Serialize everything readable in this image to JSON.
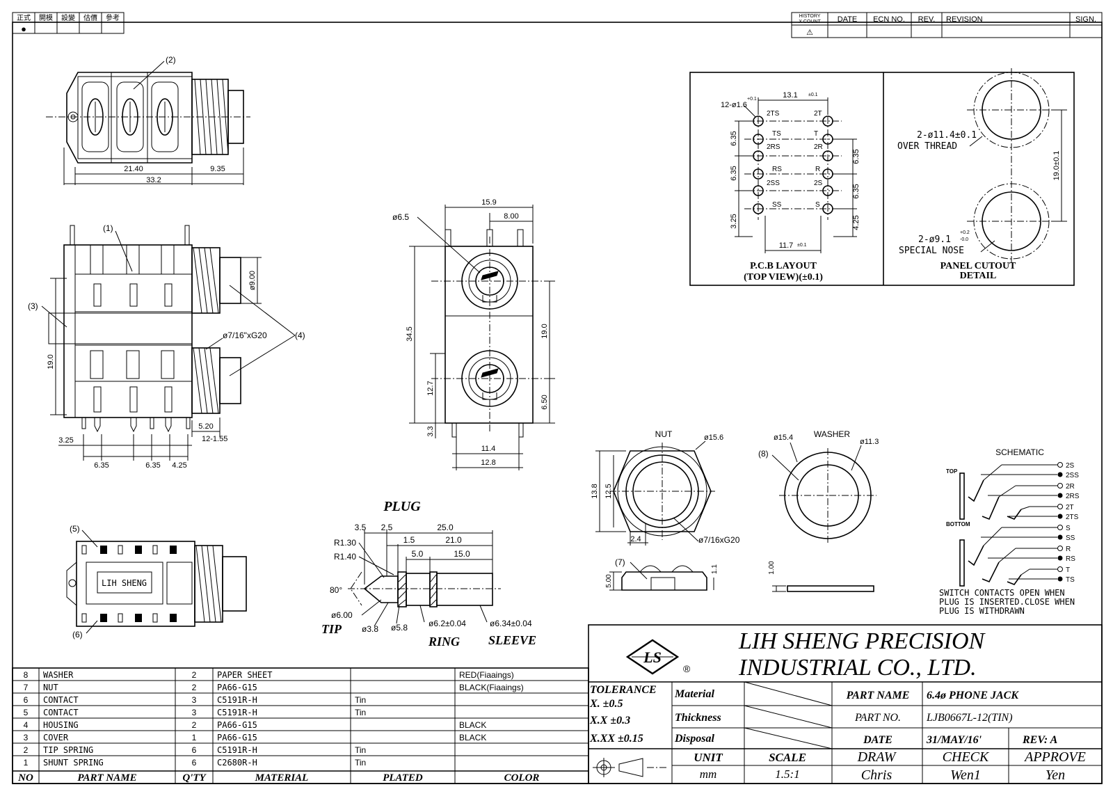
{
  "corner_header": {
    "labels": [
      "正式",
      "開模",
      "設變",
      "估價",
      "參考"
    ],
    "selected_mark": "●"
  },
  "revision_block": {
    "history_line1": "HISTORY",
    "history_line2": "X COUNT",
    "history_symbol": "⚠",
    "date": "DATE",
    "ecn": "ECN NO.",
    "rev": "REV.",
    "revision": "REVISION",
    "sign": "SIGN."
  },
  "views": {
    "top": {
      "callout": "(2)",
      "dim_body": "21.40",
      "dim_thread": "9.35",
      "dim_total": "33.2"
    },
    "side": {
      "callout_1": "(1)",
      "callout_3": "(3)",
      "callout_4": "(4)",
      "thread": "ø7/16\"xG20",
      "dim_dia": "ø9.00",
      "dim_height": "19.0",
      "dim_5_20": "5.20",
      "dim_pins": "12-1.55",
      "dim_3_25": "3.25",
      "dim_6_35a": "6.35",
      "dim_6_35b": "6.35",
      "dim_4_25": "4.25"
    },
    "front": {
      "dim_15_9": "15.9",
      "dim_8_00": "8.00",
      "dim_hole": "ø6.5",
      "dim_34_5": "34.5",
      "dim_19_0": "19.0",
      "dim_12_7": "12.7",
      "dim_6_50": "6.50",
      "dim_3_3": "3.3",
      "dim_11_4": "11.4",
      "dim_12_8": "12.8"
    },
    "bottom": {
      "callout_5": "(5)",
      "callout_6": "(6)",
      "brand": "LIH SHENG"
    }
  },
  "pcb": {
    "holes": "12-ø1.6",
    "hole_tol": "+0.1",
    "dim_top": "13.1",
    "dim_bottom": "11.7",
    "dim_tol": "±0.1",
    "left_dims": [
      "6.35",
      "6.35",
      "3.25"
    ],
    "right_dims": [
      "6.35",
      "6.35",
      "4.25"
    ],
    "pin_labels": [
      "2TS",
      "2T",
      "TS",
      "T",
      "2RS",
      "2R",
      "RS",
      "R",
      "2SS",
      "2S",
      "SS",
      "S"
    ],
    "caption_1": "P.C.B LAYOUT",
    "caption_2": "(TOP VIEW)(±0.1)"
  },
  "panel": {
    "thread_1": "2-ø11.4±0.1",
    "thread_2": "OVER THREAD",
    "nose_1": "2-ø9.1",
    "nose_tol_up": "+0.2",
    "nose_tol_dn": "-0.0",
    "nose_2": "SPECIAL NOSE",
    "dim_19": "19.0±0.1",
    "caption_1": "PANEL CUTOUT",
    "caption_2": "DETAIL"
  },
  "plug": {
    "title": "PLUG",
    "d_3_5": "3.5",
    "d_2_5": "2.5",
    "d_25_0": "25.0",
    "d_1_5": "1.5",
    "d_21_0": "21.0",
    "r_1_30": "R1.30",
    "r_1_40": "R1.40",
    "d_5_0": "5.0",
    "d_15_0": "15.0",
    "angle": "80°",
    "d_6_00": "ø6.00",
    "d_3_8": "ø3.8",
    "d_5_8": "ø5.8",
    "d_6_2": "ø6.2±0.04",
    "d_6_34": "ø6.34±0.04",
    "tip": "TIP",
    "ring": "RING",
    "sleeve": "SLEEVE"
  },
  "nut": {
    "title": "NUT",
    "d_15_6": "ø15.6",
    "d_13_8": "13.8",
    "d_12_5": "12.5",
    "d_2_4": "2.4",
    "thread": "ø7/16xG20",
    "callout_7": "(7)",
    "d_5_00": "5.00",
    "d_1_1": "1.1"
  },
  "washer": {
    "title": "WASHER",
    "callout_8": "(8)",
    "d_15_4": "ø15.4",
    "d_11_3": "ø11.3",
    "d_1_00": "1.00"
  },
  "schematic": {
    "title": "SCHEMATIC",
    "top_label": "TOP",
    "bottom_label": "BOTTOM",
    "pins": [
      "2S",
      "2SS",
      "2R",
      "2RS",
      "2T",
      "2TS",
      "S",
      "SS",
      "R",
      "RS",
      "T",
      "TS"
    ],
    "note_1": "SWITCH CONTACTS OPEN WHEN",
    "note_2": "PLUG IS INSERTED.CLOSE WHEN",
    "note_3": "PLUG IS WITHDRAWN"
  },
  "bom": {
    "headers": [
      "NO",
      "PART NAME",
      "Q'TY",
      "MATERIAL",
      "PLATED",
      "COLOR"
    ],
    "rows": [
      [
        "8",
        "WASHER",
        "2",
        "PAPER SHEET",
        "",
        "RED(Fiaaings)"
      ],
      [
        "7",
        "NUT",
        "2",
        "PA66-G15",
        "",
        "BLACK(Fiaaings)"
      ],
      [
        "6",
        "CONTACT",
        "3",
        "C5191R-H",
        "Tin",
        ""
      ],
      [
        "5",
        "CONTACT",
        "3",
        "C5191R-H",
        "Tin",
        ""
      ],
      [
        "4",
        "HOUSING",
        "2",
        "PA66-G15",
        "",
        "BLACK"
      ],
      [
        "3",
        "COVER",
        "1",
        "PA66-G15",
        "",
        "BLACK"
      ],
      [
        "2",
        "TIP SPRING",
        "6",
        "C5191R-H",
        "Tin",
        ""
      ],
      [
        "1",
        "SHUNT SPRING",
        "6",
        "C2680R-H",
        "Tin",
        ""
      ]
    ]
  },
  "title_block": {
    "logo": "LS",
    "registered": "®",
    "company_1": "LIH  SHENG  PRECISION",
    "company_2": "INDUSTRIAL  CO.,  LTD.",
    "tolerance": "TOLERANCE",
    "tol_x": "X.      ±0.5",
    "tol_xx": "X.X    ±0.3",
    "tol_xxx": "X.XX  ±0.15",
    "material": "Material",
    "thickness": "Thickness",
    "disposal": "Disposal",
    "part_name_label": "PART NAME",
    "part_name": "6.4ø PHONE JACK",
    "part_no_label": "PART NO.",
    "part_no": "LJB0667L-12(TIN)",
    "date_label": "DATE",
    "date": "31/MAY/16'",
    "rev": "REV:  A",
    "unit_label": "UNIT",
    "unit": "mm",
    "scale_label": "SCALE",
    "scale": "1.5:1",
    "draw_label": "DRAW",
    "draw": "Chris",
    "check_label": "CHECK",
    "check": "Wen1",
    "approve_label": "APPROVE",
    "approve": "Yen"
  }
}
